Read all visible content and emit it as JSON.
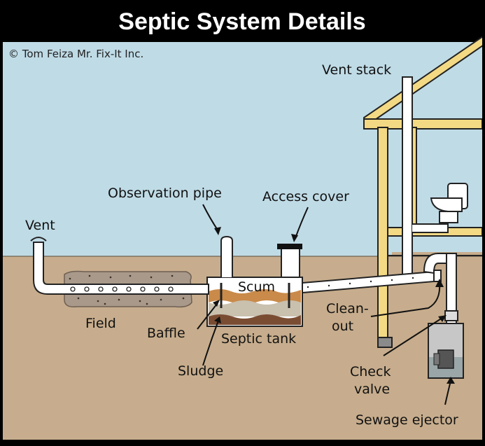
{
  "title": "Septic System Details",
  "copyright": "© Tom Feiza Mr. Fix-It Inc.",
  "labels": {
    "vent_stack": "Vent stack",
    "observation_pipe": "Observation pipe",
    "access_cover": "Access cover",
    "vent": "Vent",
    "scum": "Scum",
    "field": "Field",
    "baffle": "Baffle",
    "septic_tank": "Septic tank",
    "sludge": "Sludge",
    "clean_out_1": "Clean-",
    "clean_out_2": "out",
    "check_valve_1": "Check",
    "check_valve_2": "valve",
    "sewage_ejector": "Sewage ejector"
  },
  "colors": {
    "sky": "#bfdbe6",
    "ground": "#c7ad8d",
    "house_frame": "#f3d983",
    "sludge": "#7a4d33",
    "scum": "#c98a4a",
    "water": "#c9c0ae",
    "gravel": "#a8998a",
    "title_bar": "#000000"
  }
}
